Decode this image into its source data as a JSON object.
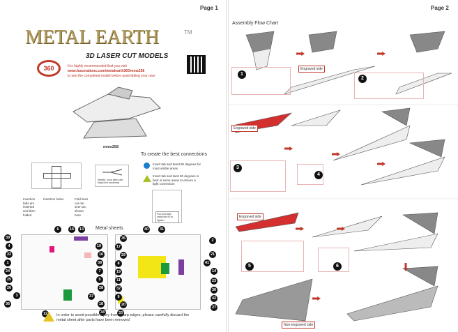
{
  "page1": {
    "page_label": "Page 1",
    "logo": "METAL EARTH",
    "trademark": "TM",
    "subtitle": "3D LASER CUT MODELS",
    "badge": "360",
    "visit_line1": "It is highly recommended that you visit",
    "visit_url": "www.fascinations.com/metalearth360/mms258",
    "visit_line2": "to see the completed model before assembling your own",
    "model_code": "mms258",
    "connections_title": "To create the best connections",
    "connection_bend": "Insert tab and bend 90 degrees for most visible areas",
    "connection_twist": "Insert tab and twist 90 degrees is best in some areas to ensure a tight connection",
    "twist_note": "Pull and twist metal tab 90 to tighten",
    "pliers_note": "Needle- nose pliers are helpful for assembly",
    "legend": {
      "tabs": "Insertion tabs are inserted and then folded",
      "holes": "Insertion holes",
      "fold": "Fold lines can be seen as shown here"
    },
    "sheets_title": "Metal sheets",
    "left_sheet_numbers": [
      "6",
      "15",
      "13",
      "39",
      "4",
      "22",
      "1",
      "24",
      "25",
      "26",
      "3",
      "36",
      "10",
      "16",
      "38",
      "7",
      "5",
      "28",
      "37",
      "18",
      "34",
      "12"
    ],
    "right_sheet_numbers": [
      "40",
      "31",
      "35",
      "17",
      "29",
      "8",
      "19",
      "11",
      "32",
      "9",
      "20",
      "33",
      "2",
      "21",
      "41",
      "14",
      "23",
      "30",
      "42",
      "27"
    ],
    "warning": "In order to avoid possible injury from sharp edges, please carefully discard the metal sheet after parts have been removed"
  },
  "page2": {
    "page_label": "Page 2",
    "title": "Assembly Flow Chart",
    "steps": [
      "1",
      "2",
      "3",
      "4",
      "5",
      "6"
    ],
    "engraved": "Engraved side",
    "non_engraved": "Non-engraved side"
  },
  "colors": {
    "accent": "#c0392b",
    "blue": "#1a7fd0",
    "green": "#a8c22b"
  }
}
